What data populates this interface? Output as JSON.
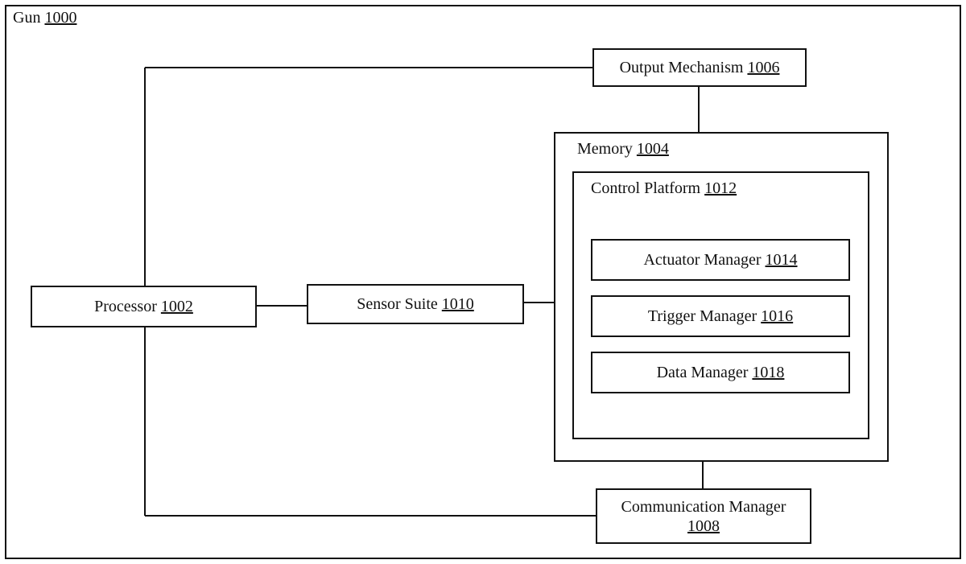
{
  "gun": {
    "name": "Gun",
    "ref": "1000"
  },
  "output_mechanism": {
    "name": "Output Mechanism",
    "ref": "1006"
  },
  "memory": {
    "name": "Memory",
    "ref": "1004"
  },
  "control_platform": {
    "name": "Control Platform",
    "ref": "1012"
  },
  "actuator_manager": {
    "name": "Actuator Manager",
    "ref": "1014"
  },
  "trigger_manager": {
    "name": "Trigger Manager",
    "ref": "1016"
  },
  "data_manager": {
    "name": "Data Manager",
    "ref": "1018"
  },
  "processor": {
    "name": "Processor",
    "ref": "1002"
  },
  "sensor_suite": {
    "name": "Sensor Suite",
    "ref": "1010"
  },
  "communication_manager": {
    "name": "Communication Manager",
    "ref": "1008"
  }
}
